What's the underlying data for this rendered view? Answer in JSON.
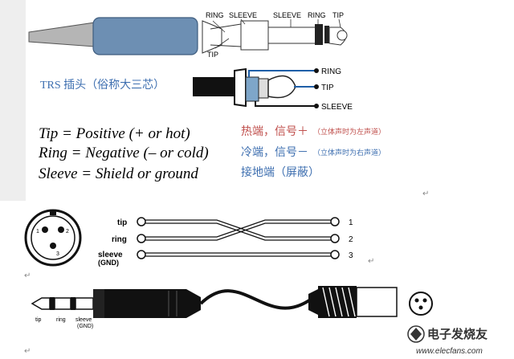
{
  "top_plug": {
    "labels": [
      "RING",
      "SLEEVE",
      "SLEEVE",
      "RING",
      "TIP",
      "TIP"
    ]
  },
  "trs_section": {
    "title": "TRS 插头（俗称大三芯）",
    "pin_labels": [
      "RING",
      "TIP",
      "SLEEVE"
    ]
  },
  "definitions": [
    {
      "en": "Tip = Positive (+ or hot)",
      "cn": "热端，信号＋",
      "cn_note": "（立体声时为左声道）"
    },
    {
      "en": "Ring = Negative (– or cold)",
      "cn": "冷端，信号－",
      "cn_note": "（立体声时为右声道）"
    },
    {
      "en": "Sleeve = Shield or ground",
      "cn": "接地端（屏蔽）",
      "cn_note": ""
    }
  ],
  "wiring": {
    "left_labels": [
      "tip",
      "ring",
      "sleeve",
      "(GND)"
    ],
    "right_numbers": [
      "1",
      "2",
      "3"
    ]
  },
  "bottom_plug": {
    "labels": [
      "tip",
      "ring",
      "sleeve",
      "(GND)"
    ]
  },
  "watermark": {
    "brand": "电子发烧友",
    "url": "www.elecfans.com"
  },
  "return_marks": [
    "↵",
    "↵",
    "↵",
    "↵"
  ]
}
